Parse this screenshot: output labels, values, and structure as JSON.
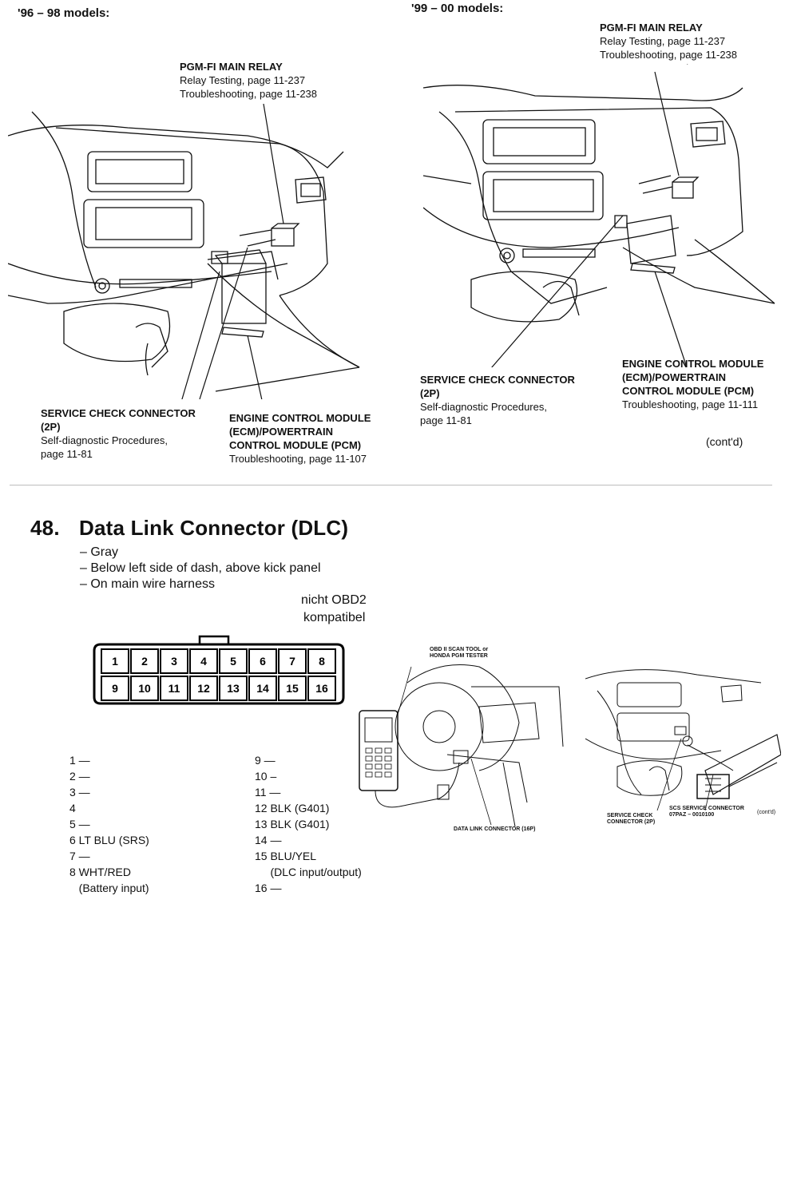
{
  "top_left": {
    "header": "'96 – 98 models:",
    "relay_title": "PGM-FI MAIN RELAY",
    "relay_line1": "Relay Testing, page 11-237",
    "relay_line2": "Troubleshooting, page 11-238",
    "scc_title1": "SERVICE CHECK CONNECTOR",
    "scc_title2": "(2P)",
    "scc_line1": "Self-diagnostic Procedures,",
    "scc_line2": "page 11-81",
    "ecm_title1": "ENGINE CONTROL MODULE",
    "ecm_title2": "(ECM)/POWERTRAIN",
    "ecm_title3": "CONTROL MODULE (PCM)",
    "ecm_line1": "Troubleshooting, page 11-107"
  },
  "top_right": {
    "header": "'99 – 00 models:",
    "relay_title": "PGM-FI MAIN RELAY",
    "relay_line1": "Relay Testing, page 11-237",
    "relay_line2": "Troubleshooting, page 11-238",
    "scc_title1": "SERVICE CHECK CONNECTOR",
    "scc_title2": "(2P)",
    "scc_line1": "Self-diagnostic Procedures,",
    "scc_line2": "page 11-81",
    "ecm_title1": "ENGINE CONTROL MODULE",
    "ecm_title2": "(ECM)/POWERTRAIN",
    "ecm_title3": "CONTROL MODULE (PCM)",
    "ecm_line1": "Troubleshooting, page 11-111",
    "contd": "(cont'd)"
  },
  "dlc": {
    "number": "48.",
    "title": "Data Link Connector (DLC)",
    "bullets": [
      "– Gray",
      "– Below left side of dash, above kick panel",
      "– On main wire harness"
    ],
    "note1": "nicht OBD2",
    "note2": "kompatibel",
    "top_row": [
      "1",
      "2",
      "3",
      "4",
      "5",
      "6",
      "7",
      "8"
    ],
    "bottom_row": [
      "9",
      "10",
      "11",
      "12",
      "13",
      "14",
      "15",
      "16"
    ],
    "pins_left": [
      "1 —",
      "2 —",
      "3 —",
      "4",
      "5 —",
      "6 LT BLU (SRS)",
      "7 —",
      "8 WHT/RED",
      "   (Battery input)"
    ],
    "pins_right": [
      "9 —",
      "10 –",
      "11 —",
      "12 BLK (G401)",
      "13 BLK (G401)",
      "14 —",
      "15 BLU/YEL",
      "     (DLC input/output)",
      "16 —"
    ]
  },
  "small_figs": {
    "scan_tool1": "OBD II SCAN TOOL or",
    "scan_tool2": "HONDA PGM TESTER",
    "dlc_label": "DATA LINK CONNECTOR (16P)",
    "scs1": "SCS SERVICE CONNECTOR",
    "scs2": "07PAZ – 0010100",
    "scc1": "SERVICE CHECK",
    "scc2": "CONNECTOR (2P)",
    "contd": "(cont'd)"
  }
}
